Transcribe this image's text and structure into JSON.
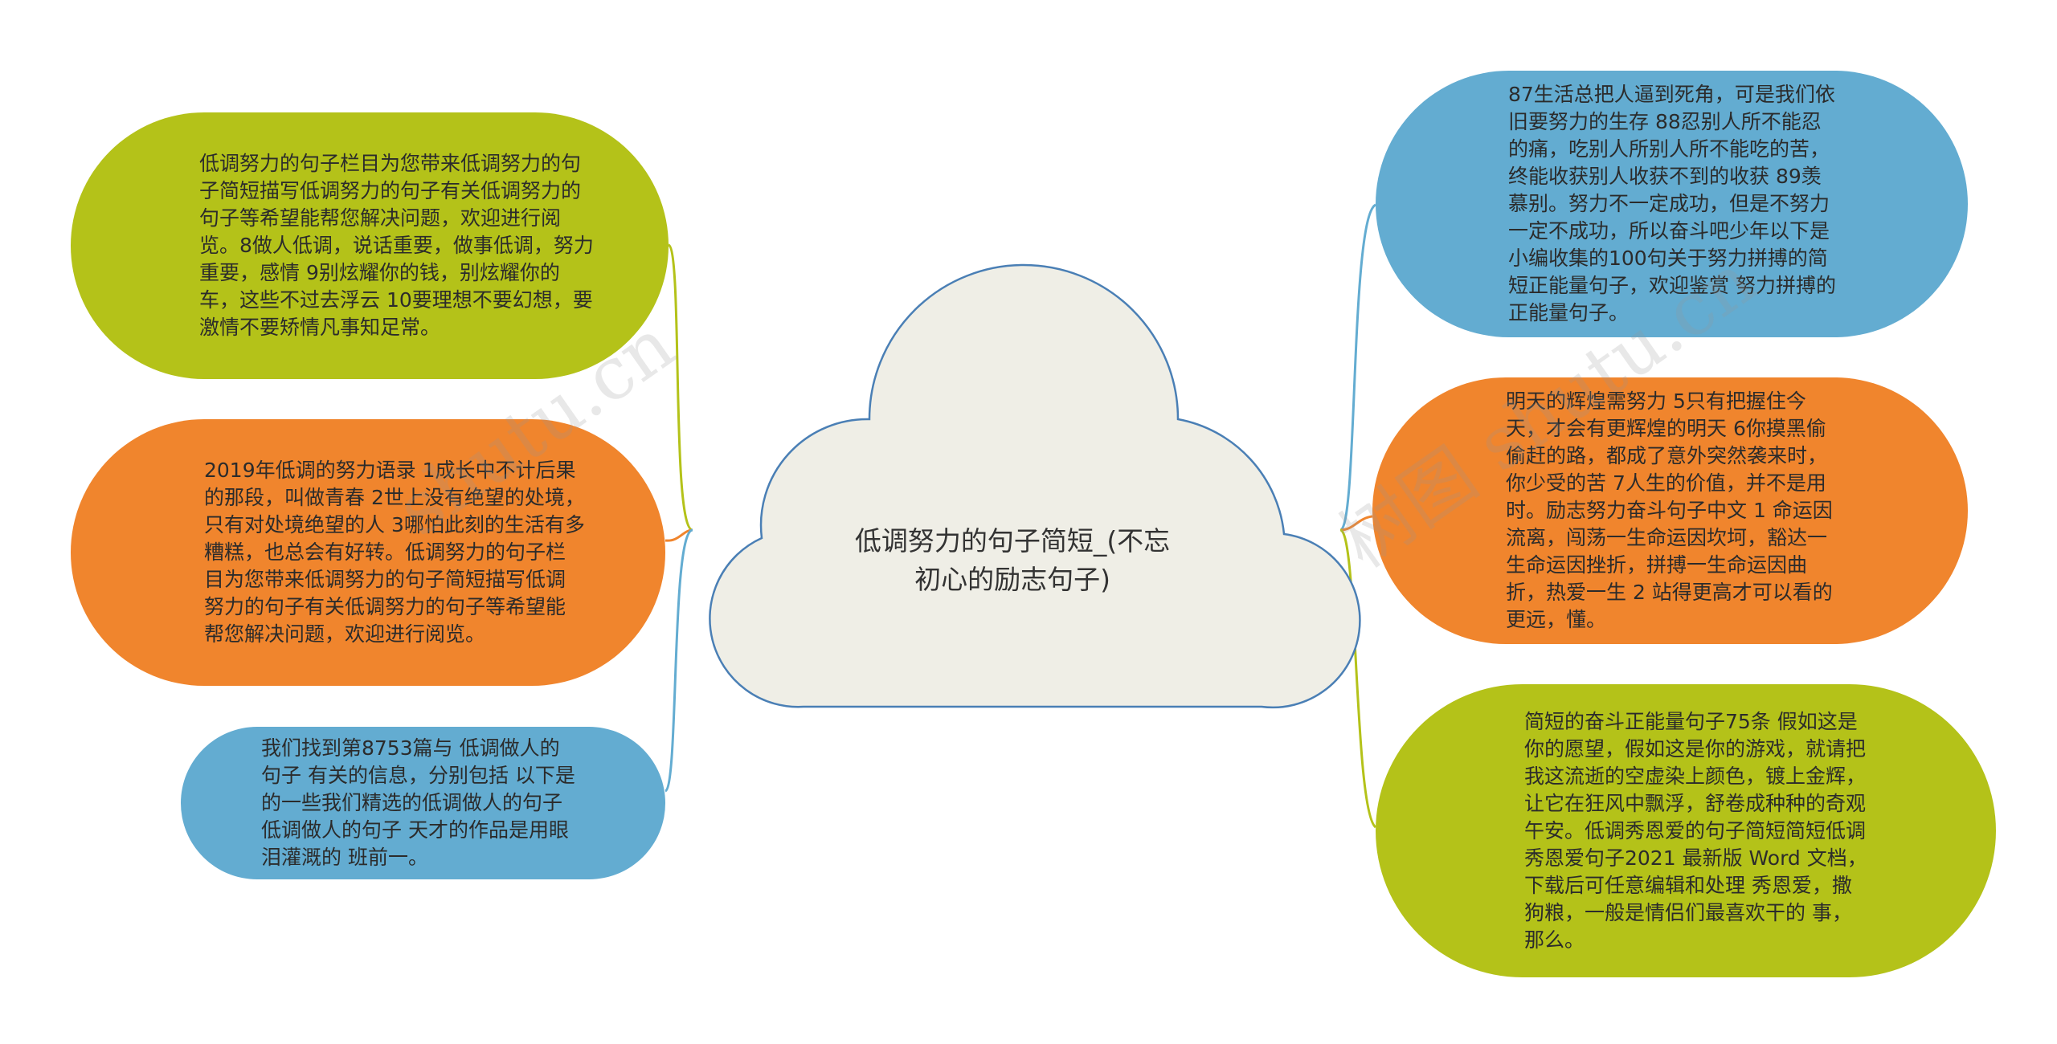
{
  "center": {
    "title": "低调努力的句子简短_(不忘初心的励志句子)"
  },
  "colors": {
    "green": "#b4c219",
    "orange": "#f0852d",
    "blue": "#63acd1",
    "cloud_fill": "#efeee6",
    "cloud_stroke": "#4a7fb5"
  },
  "watermark": {
    "left": "shutu.cn",
    "right": "树图 shutu.cn"
  },
  "nodes": [
    {
      "side": "left",
      "color": "green",
      "text": "低调努力的句子栏目为您带来低调努力的句子简短描写低调努力的句子有关低调努力的句子等希望能帮您解决问题，欢迎进行阅览。8做人低调，说话重要，做事低调，努力重要，感情 9别炫耀你的钱，别炫耀你的车，这些不过去浮云 10要理想不要幻想，要激情不要矫情凡事知足常。"
    },
    {
      "side": "left",
      "color": "orange",
      "text": "2019年低调的努力语录 1成长中不计后果的那段，叫做青春 2世上没有绝望的处境，只有对处境绝望的人 3哪怕此刻的生活有多糟糕，也总会有好转。低调努力的句子栏目为您带来低调努力的句子简短描写低调努力的句子有关低调努力的句子等希望能帮您解决问题，欢迎进行阅览。"
    },
    {
      "side": "left",
      "color": "blue",
      "text": "我们找到第8753篇与 低调做人的句子 有关的信息，分别包括 以下是的一些我们精选的低调做人的句子 低调做人的句子 天才的作品是用眼泪灌溉的 班前一。"
    },
    {
      "side": "right",
      "color": "blue",
      "text": "87生活总把人逼到死角，可是我们依旧要努力的生存 88忍别人所不能忍的痛，吃别人所别人所不能吃的苦，终能收获别人收获不到的收获 89羡慕别。努力不一定成功，但是不努力一定不成功，所以奋斗吧少年以下是小编收集的100句关于努力拼搏的简短正能量句子，欢迎鉴赏 努力拼搏的正能量句子。"
    },
    {
      "side": "right",
      "color": "orange",
      "text": "明天的辉煌需努力 5只有把握住今天，才会有更辉煌的明天 6你摸黑偷偷赶的路，都成了意外突然袭来时，你少受的苦 7人生的价值，并不是用时。励志努力奋斗句子中文 1 命运因流离，闯荡一生命运因坎坷，豁达一生命运因挫折，拼搏一生命运因曲折，热爱一生 2 站得更高才可以看的更远，懂。"
    },
    {
      "side": "right",
      "color": "green",
      "text": "简短的奋斗正能量句子75条 假如这是你的愿望，假如这是你的游戏，就请把我这流逝的空虚染上颜色，镀上金辉，让它在狂风中飘浮，舒卷成种种的奇观午安。低调秀恩爱的句子简短简短低调秀恩爱句子2021 最新版 Word 文档，下载后可任意编辑和处理 秀恩爱，撒狗粮，一般是情侣们最喜欢干的 事，那么。"
    }
  ]
}
